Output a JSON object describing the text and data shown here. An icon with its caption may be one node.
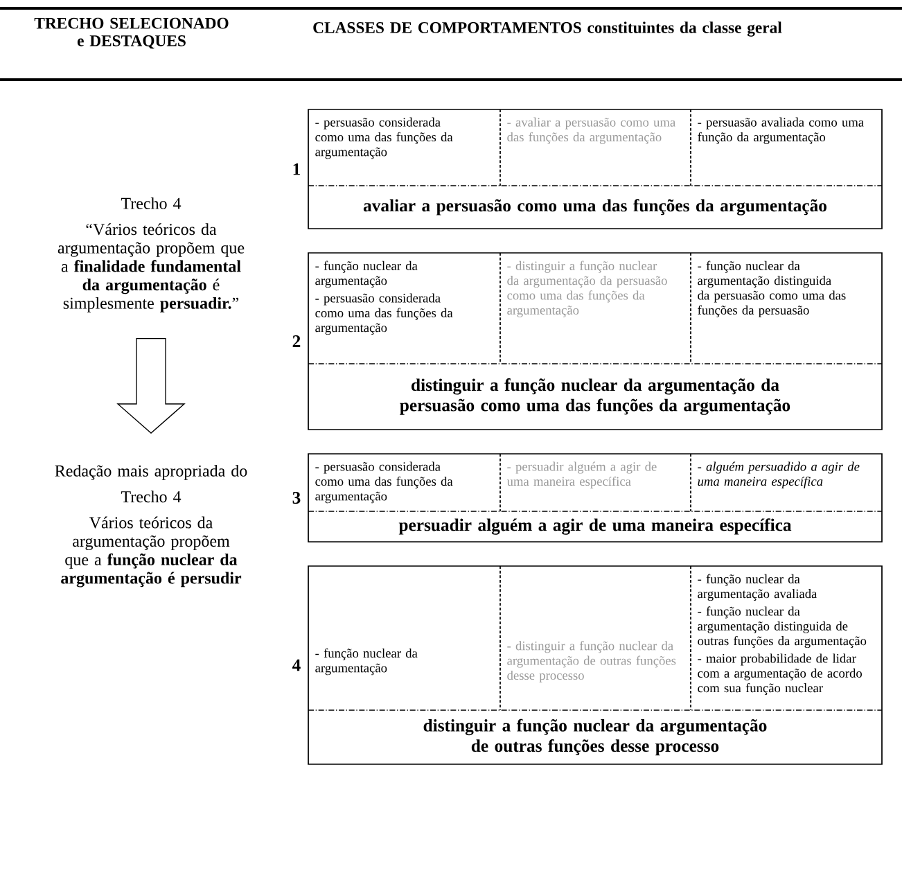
{
  "diagram": {
    "nodes": [
      {
        "text": [
          "Trecho 4",
          "“Vários teóricos da argumentação propõem que a **finalidade fundamental da argumentação** é simplesmente **persuadir.**”"
        ]
      },
      {
        "text": [
          "Redação mais apropriada do",
          "Trecho 4",
          "Vários teóricos da argumentação propõem que a **função nuclear da argumentação é persudir**"
        ]
      },
      {
        "text": [
          "avaliar a persuasão como uma das funções da argumentação"
        ],
        "beside": [
          "1"
        ]
      },
      {
        "text": [
          "- persuasão considerada como uma das funções da argumentação"
        ],
        "in": 2
      },
      {
        "text": [
          "- avaliar a persuasão como uma das funções da argumentação"
        ],
        "in": 2
      },
      {
        "text": [
          "- persuasão avaliada como uma função da argumentação"
        ],
        "in": 2
      },
      {
        "text": [
          "distinguir a função nuclear da argumentação da persuasão como uma das funções da argumentação"
        ],
        "beside": [
          "2"
        ]
      },
      {
        "text": [
          "- função nuclear da argumentação",
          "- persuasão considerada como uma das funções da argumentação"
        ],
        "in": 6
      },
      {
        "text": [
          "- distinguir a função nuclear da argumentação da persuasão como uma das funções da argumentação"
        ],
        "in": 6
      },
      {
        "text": [
          "- função nuclear da argumentação distinguida da persuasão como uma das funções da persuasão"
        ],
        "in": 6
      },
      {
        "text": [
          "persuadir alguém a agir de uma maneira específica"
        ],
        "beside": [
          "3"
        ]
      },
      {
        "text": [
          "- persuasão considerada como uma das funções da argumentação"
        ],
        "in": 10
      },
      {
        "text": [
          "- persuadir alguém a agir de uma maneira específica"
        ],
        "in": 10
      },
      {
        "text": [
          "- alguém persuadido a agir de uma maneira específica"
        ],
        "in": 10
      },
      {
        "text": [
          "distinguir a função nuclear da argumentação de outras funções desse processo"
        ],
        "beside": [
          "4"
        ]
      },
      {
        "text": [
          "- função nuclear da argumentação"
        ],
        "in": 14
      },
      {
        "text": [
          "- distinguir a função nuclear da argumentação de outras funções desse processo"
        ],
        "in": 14
      },
      {
        "text": [
          "- função nuclear da argumentação avaliada",
          "- função nuclear da argumentação distinguida de outras funções da argumentação",
          "- maior probabilidade de lidar com a argumentação de acordo com sua função nuclear"
        ],
        "in": 14
      }
    ],
    "edges": [
      {
        "from": 0,
        "to": 1,
        "arrow": "to"
      }
    ],
    "labels": [
      "TRECHO SELECIONADO e DESTAQUES",
      "CLASSES DE COMPORTAMENTOS constituintes da classe geral"
    ]
  }
}
